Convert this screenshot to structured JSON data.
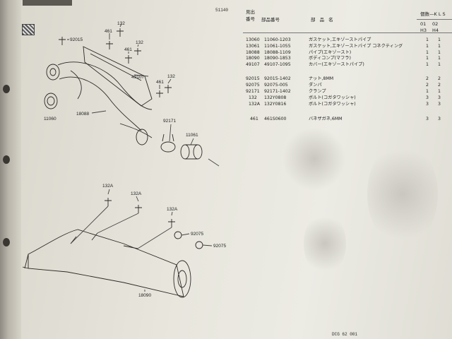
{
  "page": {
    "ref_code": "51140",
    "footer_code": "DCG 62 001"
  },
  "table": {
    "headers": {
      "ref": "見出\n番号",
      "part_no": "部品番号",
      "name": "部 品 名",
      "qty_title": "個数―K L S",
      "qty_cols": [
        "01",
        "02",
        "H3",
        "H4"
      ]
    },
    "rows": [
      {
        "ref": "13060",
        "part_no": "11060-1203",
        "name": "ガスケット,エキゾーストパイプ",
        "q1": "1",
        "q2": "1"
      },
      {
        "ref": "13061",
        "part_no": "11061-1055",
        "name": "ガスケット,エキゾーストパイプ コネクティング",
        "q1": "1",
        "q2": "1"
      },
      {
        "ref": "18088",
        "part_no": "18088-1109",
        "name": "パイプ(エキゾースト)",
        "q1": "1",
        "q2": "1"
      },
      {
        "ref": "18090",
        "part_no": "18090-1853",
        "name": "ボディコンプ(マフラ)",
        "q1": "1",
        "q2": "1"
      },
      {
        "ref": "49107",
        "part_no": "49107-1095",
        "name": "カバー(エキゾーストパイプ)",
        "q1": "1",
        "q2": "1"
      },
      {
        "ref": "92015",
        "part_no": "92015-1402",
        "name": "ナット,8MM",
        "q1": "2",
        "q2": "2"
      },
      {
        "ref": "92075",
        "part_no": "92075-005",
        "name": "ダンパ",
        "q1": "2",
        "q2": "2"
      },
      {
        "ref": "92171",
        "part_no": "92171-1402",
        "name": "クランプ",
        "q1": "1",
        "q2": "1"
      },
      {
        "ref": "132",
        "part_no": "132Y0808",
        "name": "ボルト(コガタワッシャ)",
        "q1": "3",
        "q2": "3"
      },
      {
        "ref": "132A",
        "part_no": "132Y0816",
        "name": "ボルト(コガタワッシャ)",
        "q1": "3",
        "q2": "3"
      },
      {
        "ref": "461",
        "part_no": "461S0600",
        "name": "バネザガネ,6MM",
        "q1": "3",
        "q2": "3"
      }
    ]
  },
  "diagram": {
    "labels": {
      "l_132_a": "132",
      "l_461_a": "461",
      "l_92015": "92015",
      "l_461_b": "461",
      "l_132_b": "132",
      "l_49107": "49107",
      "l_132_c": "132",
      "l_461_c": "461",
      "l_11060": "11060",
      "l_18088": "18088",
      "l_92171": "92171",
      "l_11061": "11061",
      "l_132A_a": "132A",
      "l_132A_b": "132A",
      "l_132A_c": "132A",
      "l_92075_a": "92075",
      "l_92075_b": "92075",
      "l_18090": "18090"
    }
  }
}
